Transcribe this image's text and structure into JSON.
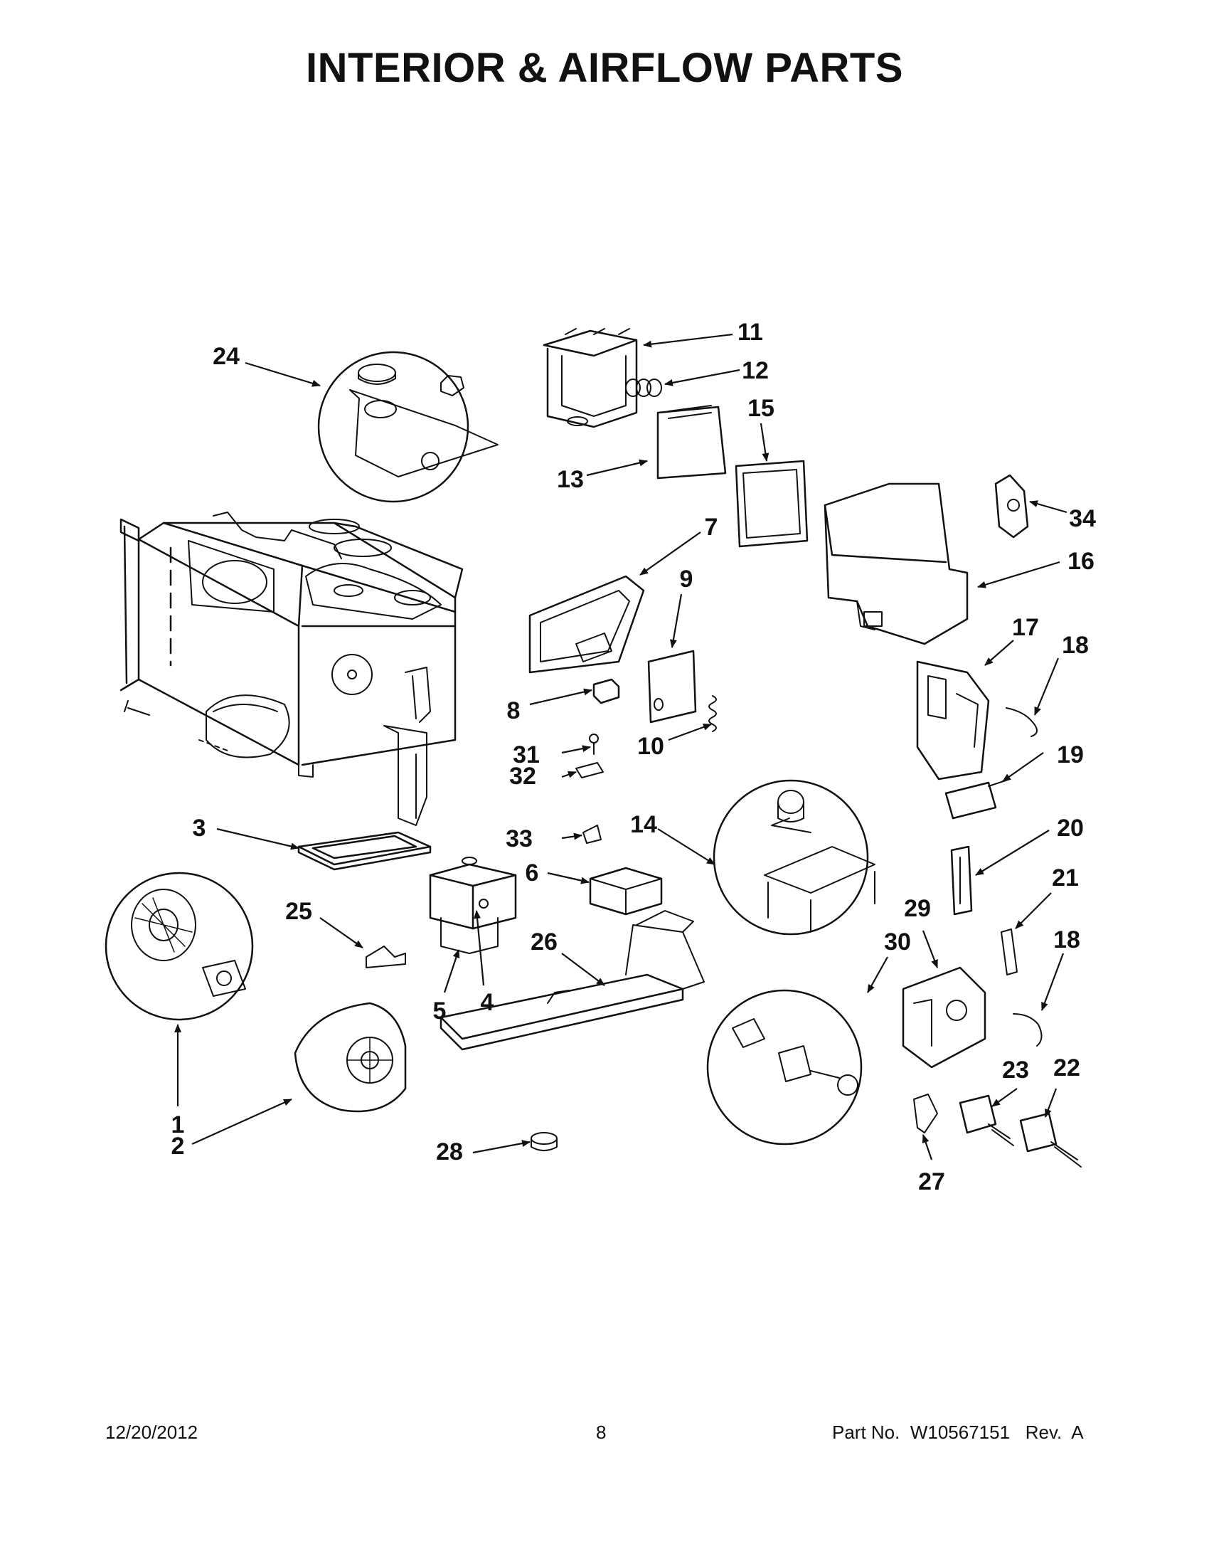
{
  "title": "INTERIOR & AIRFLOW PARTS",
  "callouts": [
    {
      "id": "1",
      "label": "1"
    },
    {
      "id": "2",
      "label": "2"
    },
    {
      "id": "3",
      "label": "3"
    },
    {
      "id": "4",
      "label": "4"
    },
    {
      "id": "5",
      "label": "5"
    },
    {
      "id": "6",
      "label": "6"
    },
    {
      "id": "7",
      "label": "7"
    },
    {
      "id": "8",
      "label": "8"
    },
    {
      "id": "9",
      "label": "9"
    },
    {
      "id": "10",
      "label": "10"
    },
    {
      "id": "11",
      "label": "11"
    },
    {
      "id": "12",
      "label": "12"
    },
    {
      "id": "13",
      "label": "13"
    },
    {
      "id": "14",
      "label": "14"
    },
    {
      "id": "15",
      "label": "15"
    },
    {
      "id": "16",
      "label": "16"
    },
    {
      "id": "17",
      "label": "17"
    },
    {
      "id": "18a",
      "label": "18"
    },
    {
      "id": "18b",
      "label": "18"
    },
    {
      "id": "19",
      "label": "19"
    },
    {
      "id": "20",
      "label": "20"
    },
    {
      "id": "21",
      "label": "21"
    },
    {
      "id": "22",
      "label": "22"
    },
    {
      "id": "23",
      "label": "23"
    },
    {
      "id": "24",
      "label": "24"
    },
    {
      "id": "25",
      "label": "25"
    },
    {
      "id": "26",
      "label": "26"
    },
    {
      "id": "27",
      "label": "27"
    },
    {
      "id": "28",
      "label": "28"
    },
    {
      "id": "29",
      "label": "29"
    },
    {
      "id": "30",
      "label": "30"
    },
    {
      "id": "31",
      "label": "31"
    },
    {
      "id": "32",
      "label": "32"
    },
    {
      "id": "33",
      "label": "33"
    },
    {
      "id": "34",
      "label": "34"
    }
  ],
  "footer": {
    "date": "12/20/2012",
    "page": "8",
    "part_number": "Part No.  W10567151   Rev.  A"
  }
}
